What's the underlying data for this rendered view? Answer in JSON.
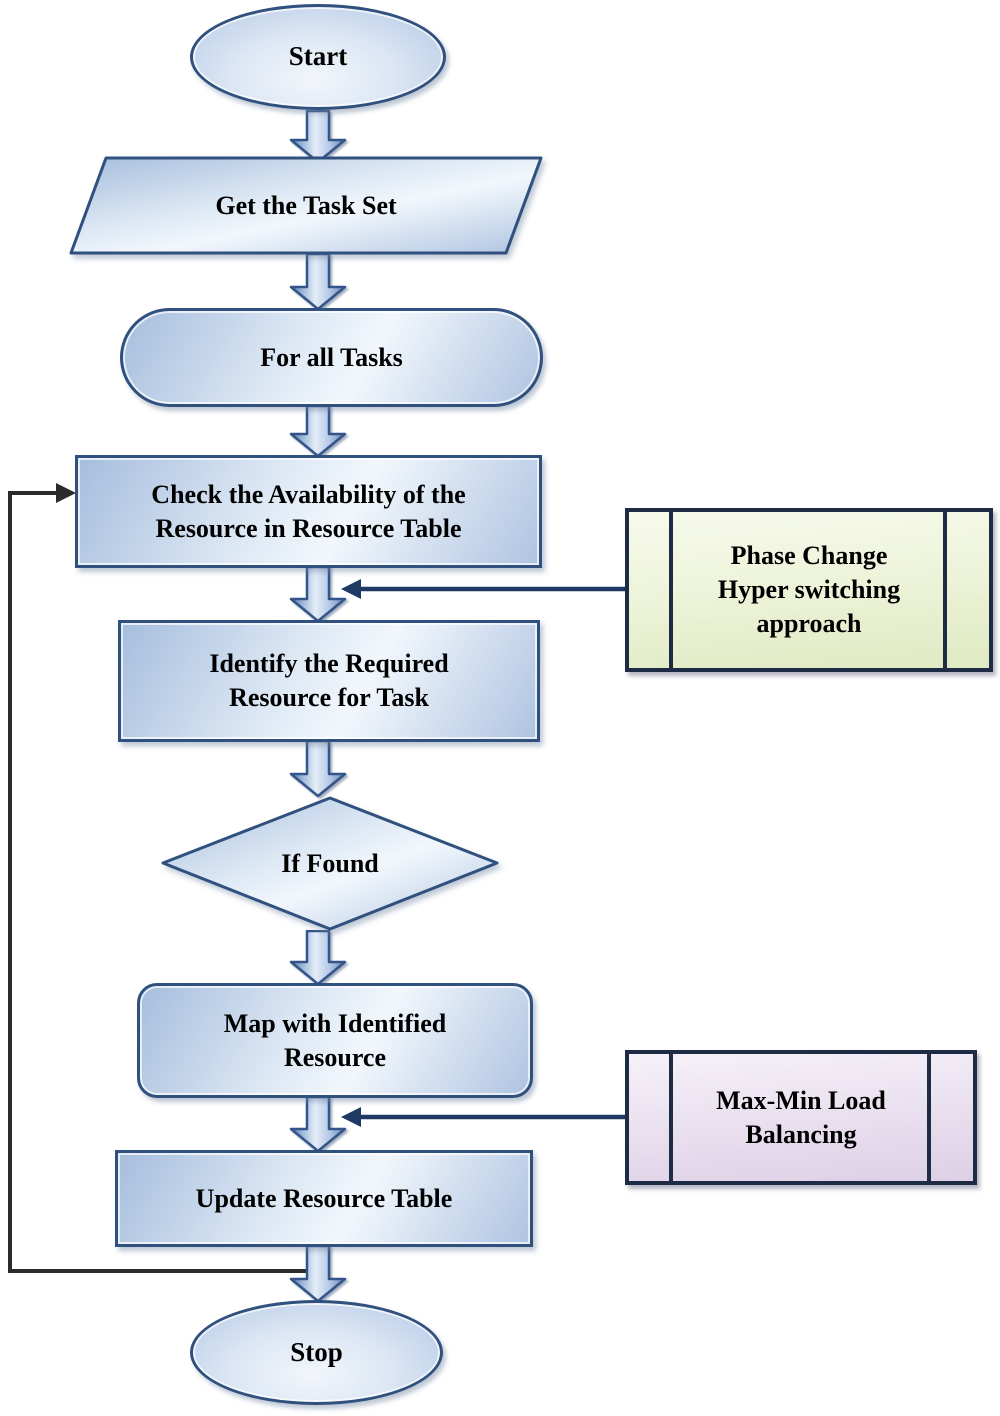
{
  "flowchart": {
    "nodes": {
      "start": {
        "label": "Start",
        "type": "terminator"
      },
      "get_task_set": {
        "label": "Get the Task Set",
        "type": "data-parallelogram"
      },
      "for_all_tasks": {
        "label": "For all Tasks",
        "type": "loop-stadium"
      },
      "check_availability": {
        "label": "Check the Availability of the Resource in Resource Table",
        "type": "process"
      },
      "identify_resource": {
        "label": "Identify the Required Resource for Task",
        "type": "process"
      },
      "if_found": {
        "label": "If Found",
        "type": "decision-diamond"
      },
      "map_resource": {
        "label": "Map with Identified Resource",
        "type": "rounded-process"
      },
      "update_table": {
        "label": "Update Resource Table",
        "type": "process"
      },
      "stop": {
        "label": "Stop",
        "type": "terminator"
      }
    },
    "annotations": {
      "phase_change": {
        "label": "Phase Change Hyper switching approach",
        "fill": "#e7efcd",
        "shape": "predefined-process"
      },
      "max_min": {
        "label": "Max-Min Load Balancing",
        "fill": "#e3d7ea",
        "shape": "predefined-process"
      }
    },
    "edges": [
      "start -> get_task_set",
      "get_task_set -> for_all_tasks",
      "for_all_tasks -> check_availability",
      "check_availability -> identify_resource",
      "identify_resource -> if_found",
      "if_found -> map_resource",
      "map_resource -> update_table",
      "update_table -> stop",
      "update_table -> check_availability (black feedback loop along left edge)",
      "phase_change -> arrow between check_availability and identify_resource",
      "max_min -> arrow between map_resource and update_table"
    ],
    "colors": {
      "node_fill_light": "#f2f7fc",
      "node_fill_dark": "#a5bddd",
      "node_border": "#30507e",
      "arrow_fill_light": "#e4edf8",
      "arrow_fill_dark": "#5a7cb0",
      "arrow_outline": "#34558a",
      "annotation_border": "#1d2b45",
      "phase_change_fill": "#e7efcd",
      "max_min_fill": "#e3d7ea",
      "connector_navy": "#1f3864",
      "connector_black": "#2b2b2b",
      "text": "#000000",
      "background": "#ffffff"
    }
  }
}
